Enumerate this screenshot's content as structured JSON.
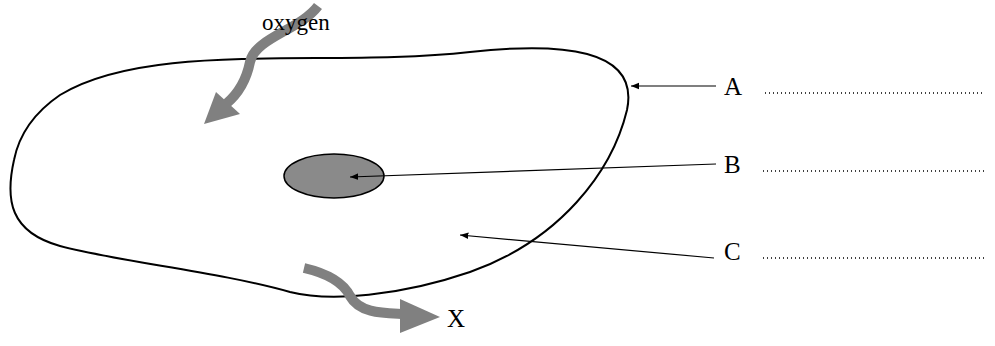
{
  "diagram": {
    "labels": [
      "oxygen",
      "A",
      "B",
      "C",
      "X"
    ]
  }
}
